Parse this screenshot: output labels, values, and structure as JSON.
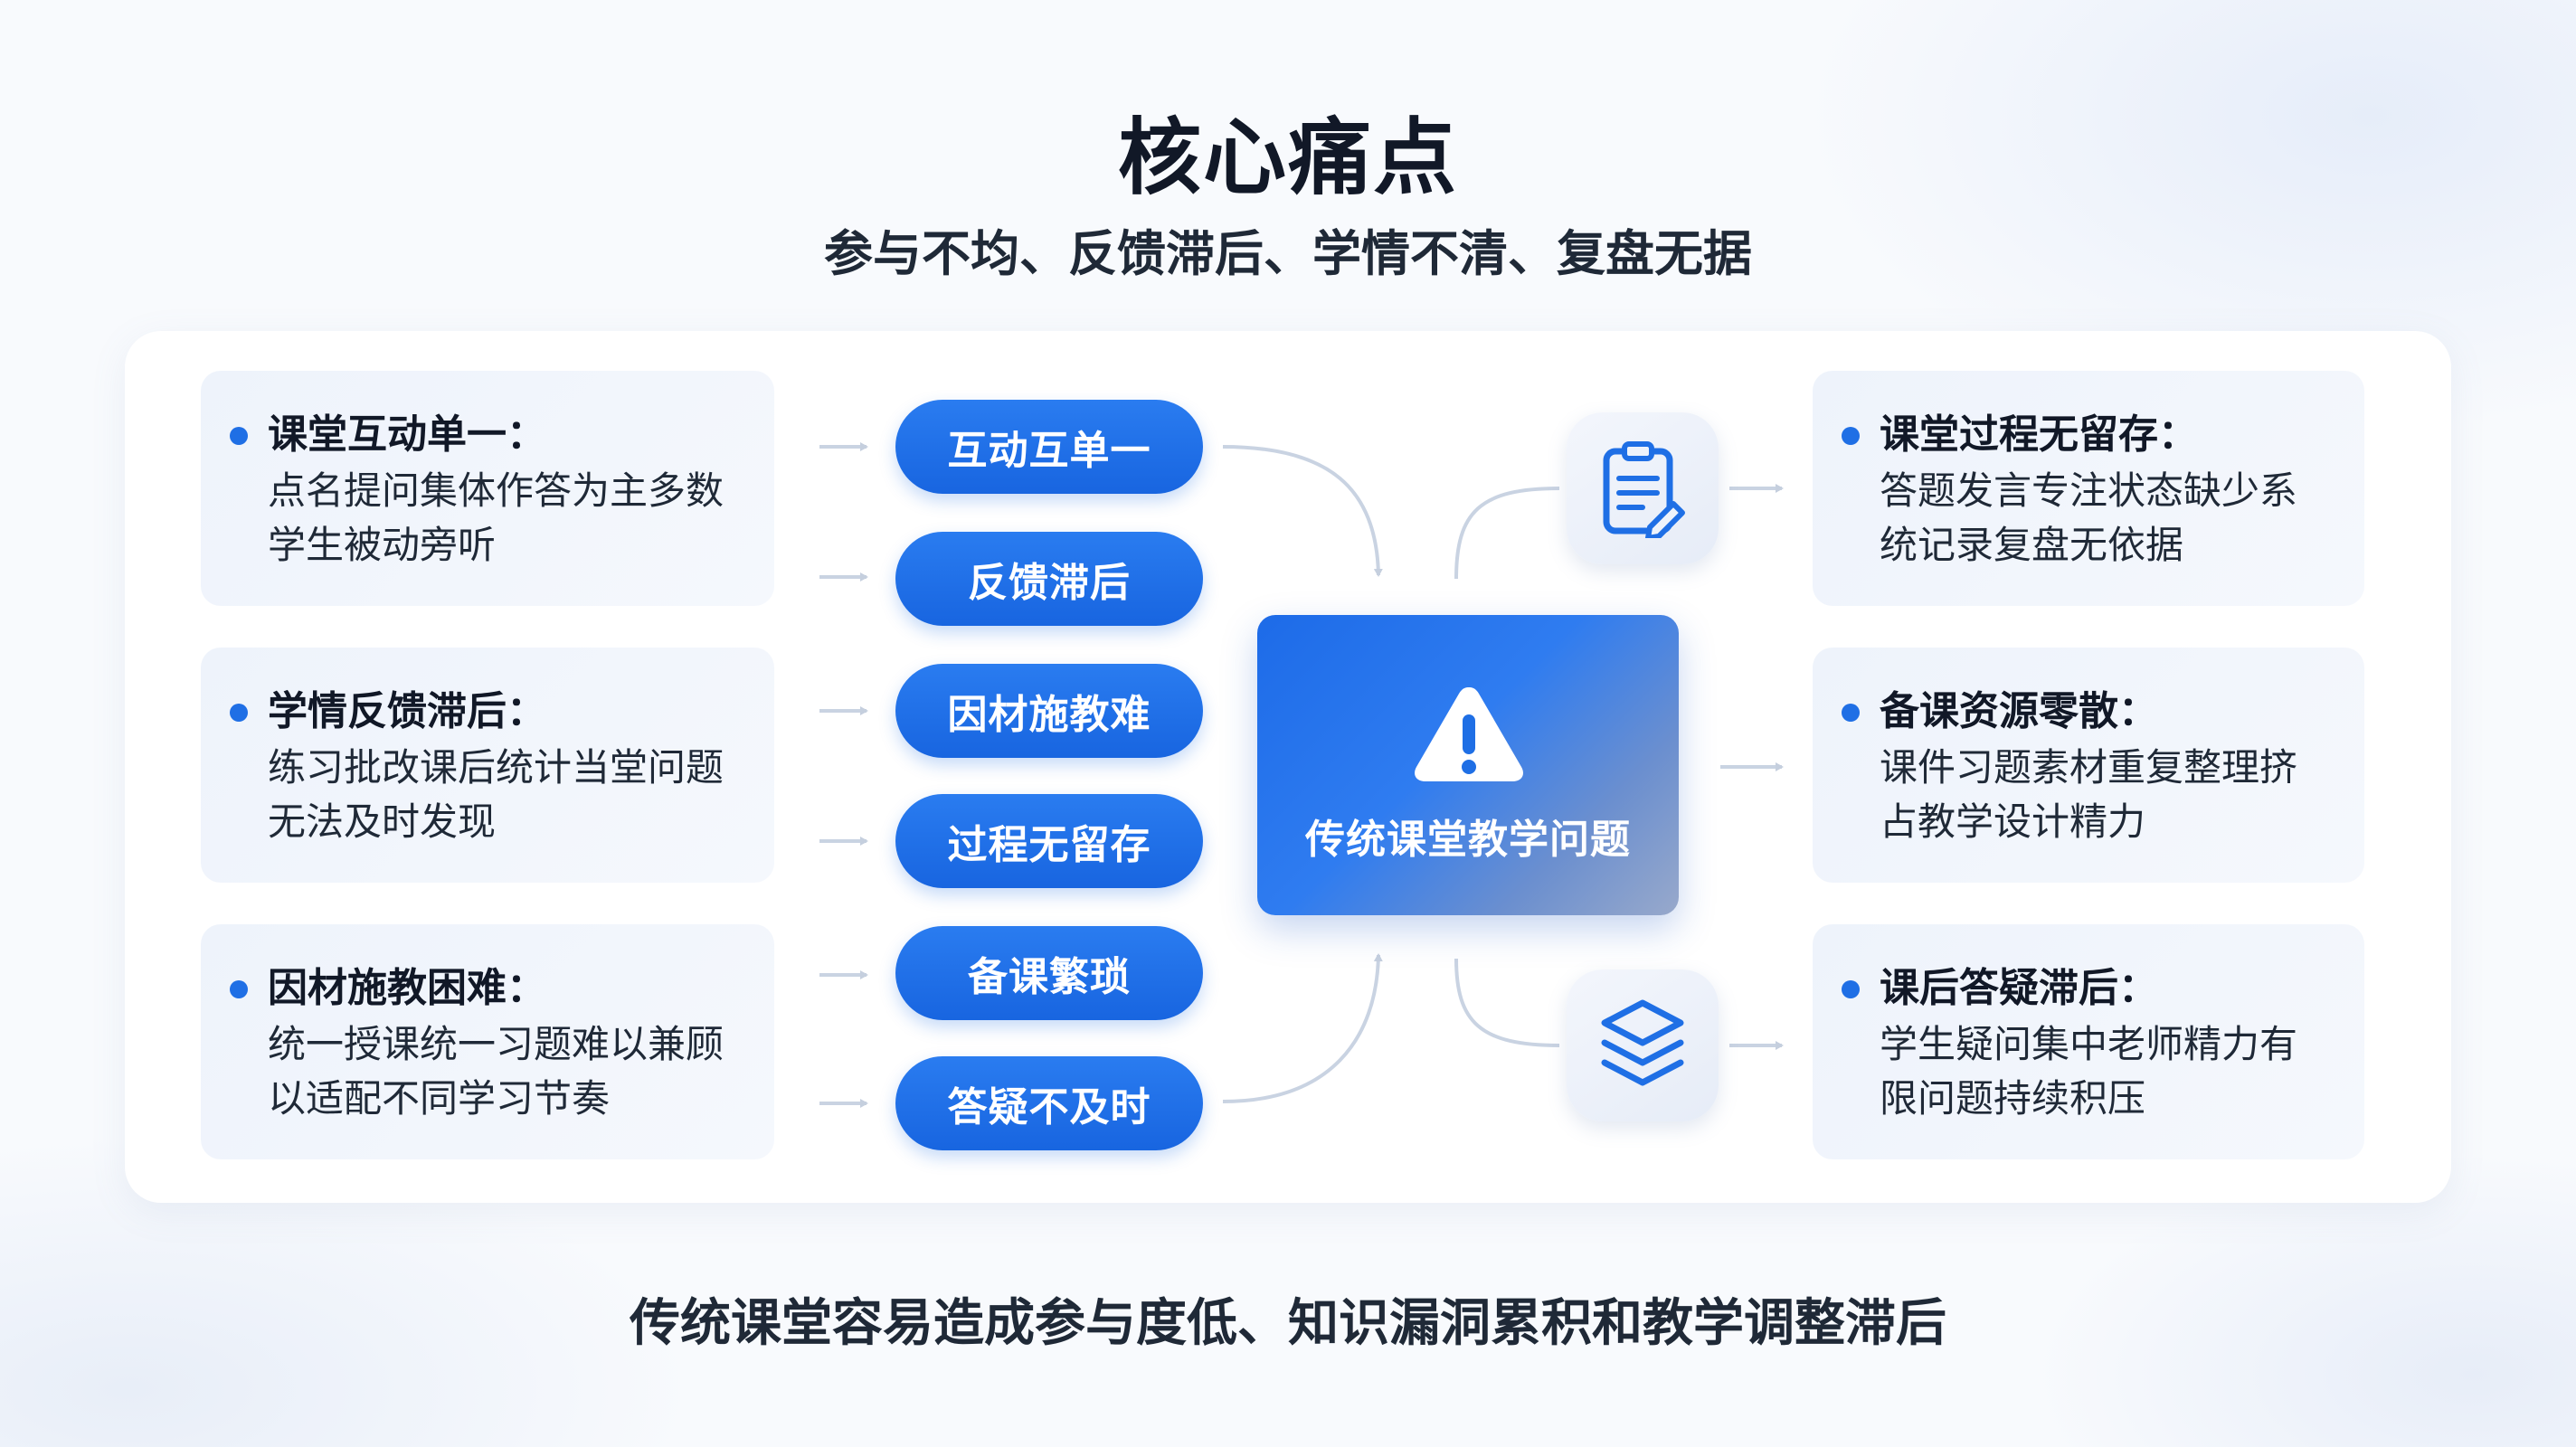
{
  "header": {
    "title": "核心痛点",
    "subtitle": "参与不均、反馈滞后、学情不清、复盘无据"
  },
  "left_cards": [
    {
      "title": "课堂互动单一：",
      "desc_line1": "点名提问集体作答为主多数",
      "desc_line2": "学生被动旁听"
    },
    {
      "title": "学情反馈滞后：",
      "desc_line1": "练习批改课后统计当堂问题",
      "desc_line2": "无法及时发现"
    },
    {
      "title": "因材施教困难：",
      "desc_line1": "统一授课统一习题难以兼顾",
      "desc_line2": "以适配不同学习节奏"
    }
  ],
  "pills": [
    "互动互单一",
    "反馈滞后",
    "因材施教难",
    "过程无留存",
    "备课繁琐",
    "答疑不及时"
  ],
  "center": {
    "label": "传统课堂教学问题",
    "icon": "warning-icon"
  },
  "icons": {
    "top": "clipboard-edit-icon",
    "bottom": "layers-stack-icon"
  },
  "right_cards": [
    {
      "title": "课堂过程无留存：",
      "desc_line1": "答题发言专注状态缺少系",
      "desc_line2": "统记录复盘无依据"
    },
    {
      "title": "备课资源零散：",
      "desc_line1": "课件习题素材重复整理挤",
      "desc_line2": "占教学设计精力"
    },
    {
      "title": "课后答疑滞后：",
      "desc_line1": "学生疑问集中老师精力有",
      "desc_line2": "限问题持续积压"
    }
  ],
  "footer": {
    "summary": "传统课堂容易造成参与度低、知识漏洞累积和教学调整滞后"
  },
  "colors": {
    "accent": "#1f6fe5",
    "card_bg": "#eef3fb",
    "connector": "#c9d3e2"
  }
}
